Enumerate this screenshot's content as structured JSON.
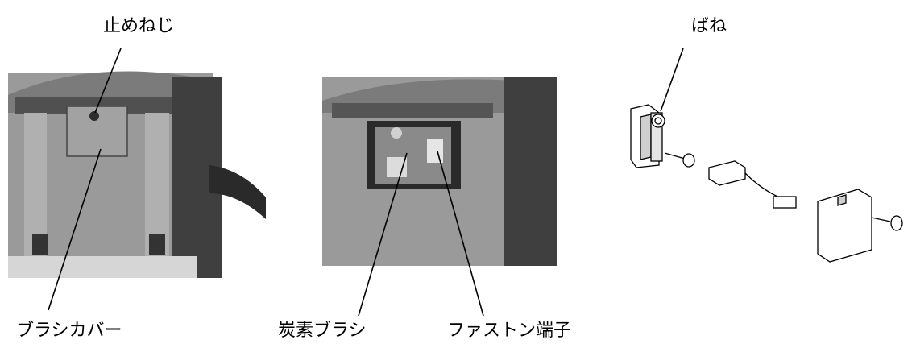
{
  "labels": {
    "set_screw": "止めねじ",
    "brush_cover": "ブラシカバー",
    "carbon_brush": "炭素ブラシ",
    "faston_terminal": "ファストン端子",
    "spring": "ばね"
  },
  "colors": {
    "housing_light": "#8c8c8c",
    "housing_mid": "#6e6e6e",
    "housing_dark": "#3c3c3c",
    "line": "#000000",
    "part_fill": "#ffffff",
    "part_shade": "#cfcfcf"
  }
}
